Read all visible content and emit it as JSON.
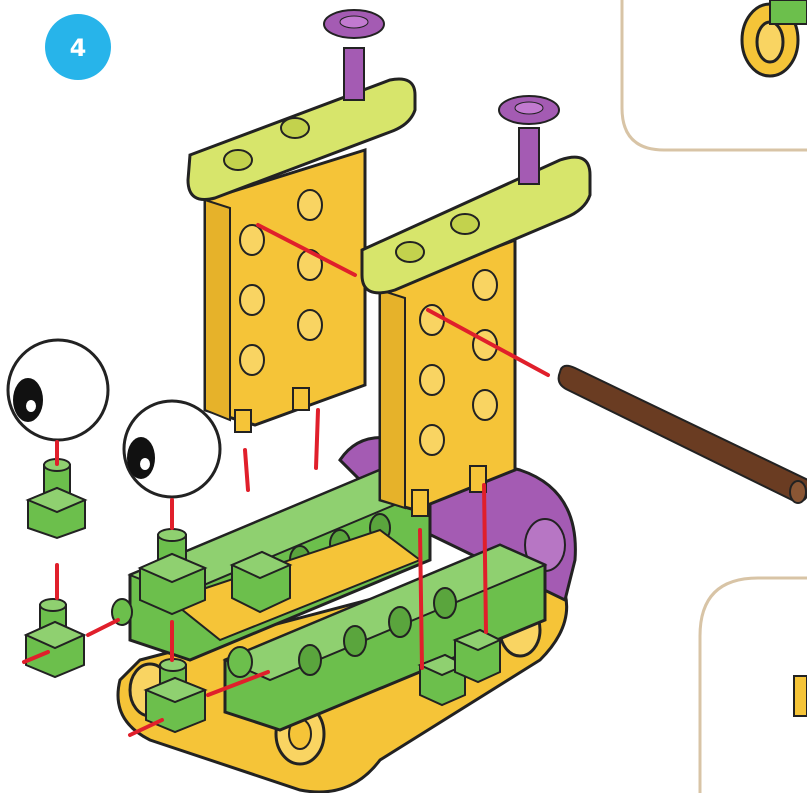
{
  "step": {
    "number": "4",
    "badge_color": "#27b4ea"
  },
  "colors": {
    "guide_line": "#e01f2b",
    "lime_connector": "#d7e56b",
    "yellow_plate": "#f5c438",
    "green_brick": "#6cbf4c",
    "purple_peg": "#a45bb3",
    "brown_axle": "#6a3c22",
    "panel_border": "#d8c4a6",
    "eye_white": "#ffffff",
    "eye_black": "#111111"
  },
  "parts": [
    "lime-connector",
    "yellow-plate",
    "purple-peg",
    "green-brick",
    "green-peg",
    "eyeball",
    "brown-axle",
    "yellow-track"
  ]
}
